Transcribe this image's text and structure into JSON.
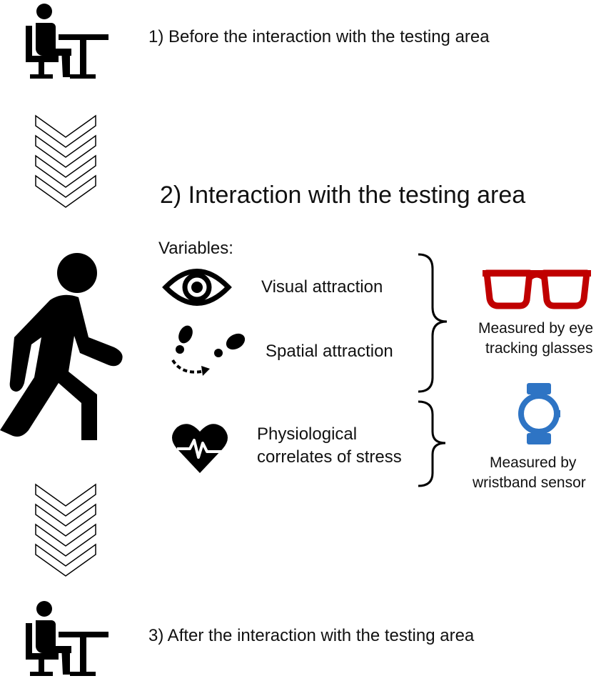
{
  "steps": {
    "before": "1) Before the interaction with the testing area",
    "interaction": "2) Interaction with the testing area",
    "after": "3) After the interaction with the testing area"
  },
  "variables_label": "Variables:",
  "variables": {
    "visual": "Visual attraction",
    "spatial": "Spatial attraction",
    "physio_line1": "Physiological",
    "physio_line2": "correlates of stress"
  },
  "measures": {
    "eye_line1": "Measured by eye",
    "eye_line2": "tracking glasses",
    "wrist_line1": "Measured by",
    "wrist_line2": "wristband sensor"
  },
  "colors": {
    "glasses": "#c00000",
    "watch": "#2e74c4",
    "icon": "#000000"
  },
  "icons": [
    "person-at-desk-icon",
    "chevron-down-icon",
    "walking-person-icon",
    "eye-icon",
    "footsteps-icon",
    "heart-pulse-icon",
    "glasses-icon",
    "watch-icon",
    "curly-brace-icon"
  ]
}
